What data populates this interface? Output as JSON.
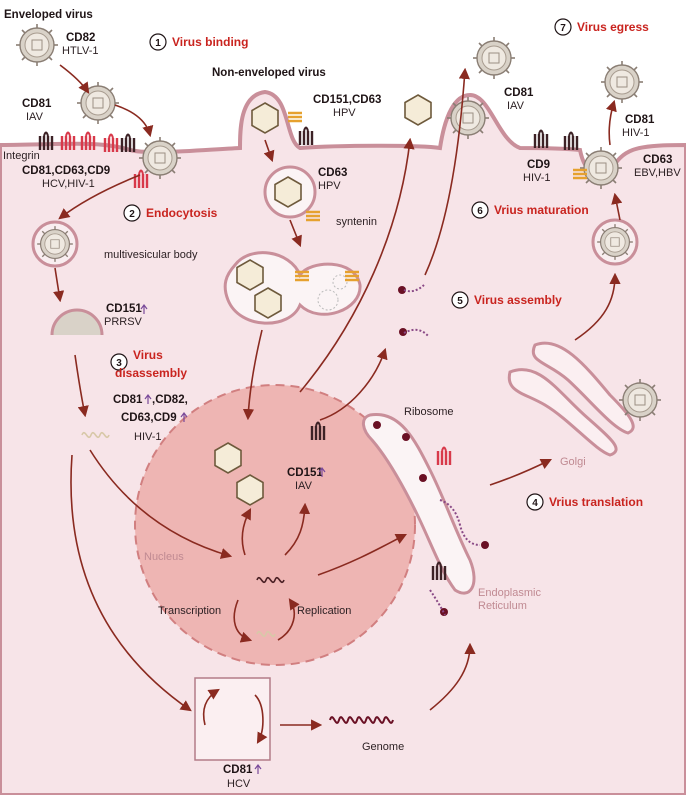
{
  "steps": {
    "s1": {
      "num": "1",
      "label": "Virus binding"
    },
    "s2": {
      "num": "2",
      "label": "Endocytosis"
    },
    "s3": {
      "num": "3",
      "label": "Virus",
      "label2": "disassembly"
    },
    "s4": {
      "num": "4",
      "label": "Vrius translation"
    },
    "s5": {
      "num": "5",
      "label": "Virus assembly"
    },
    "s6": {
      "num": "6",
      "label": "Vrius maturation"
    },
    "s7": {
      "num": "7",
      "label": "Virus egress"
    }
  },
  "labels": {
    "enveloped": "Enveloped virus",
    "non_enveloped": "Non-enveloped virus",
    "integrin": "Integrin",
    "multivesicular": "multivesicular body",
    "syntenin": "syntenin",
    "ribosome": "Ribosome",
    "golgi": "Golgi",
    "nucleus": "Nucleus",
    "transcription": "Transcription",
    "replication": "Replication",
    "er1": "Endoplasmic",
    "er2": "Reticulum",
    "genome": "Genome"
  },
  "tetraspanins": {
    "cd82_a": "CD82",
    "cd82_b": "HTLV-1",
    "cd81_iav_a": "CD81",
    "cd81_iav_b": "IAV",
    "cd81_hcv_a": "CD81,CD63,CD9",
    "cd81_hcv_b": "HCV,HIV-1",
    "cd151_hpv_a": "CD151,CD63",
    "cd151_hpv_b": "HPV",
    "cd63_hpv_a": "CD63",
    "cd63_hpv_b": "HPV",
    "cd151_prrsv_a": "CD151",
    "cd151_prrsv_b": "PRRSV",
    "cd81_multi_a": "CD81",
    "cd81_multi_b": ",CD82,",
    "cd81_multi_c": "CD63,CD9",
    "cd81_multi_d": "HIV-1",
    "cd151_iav_a": "CD151",
    "cd151_iav_b": "IAV",
    "cd81_top_a": "CD81",
    "cd81_top_b": "IAV",
    "cd9_a": "CD9",
    "cd9_b": "HIV-1",
    "cd81_hiv_a": "CD81",
    "cd81_hiv_b": "HIV-1",
    "cd63_ebv_a": "CD63",
    "cd63_ebv_b": "EBV,HBV",
    "cd81_hcvb_a": "CD81",
    "cd81_hcvb_b": "HCV"
  },
  "colors": {
    "cell_fill": "#f7e4e8",
    "membrane": "#c98f9a",
    "nucleus": "#eeb5b3",
    "arrow": "#8a2a20",
    "step_red": "#c9241f",
    "up_arrow": "#7a4a9a"
  }
}
